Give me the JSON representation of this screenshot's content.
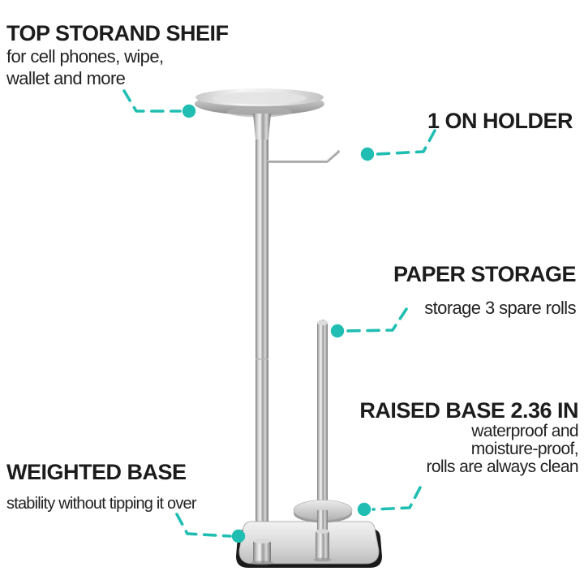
{
  "colors": {
    "accent_teal": "#20beb2",
    "text_dark": "#1c1c1c",
    "metal_light": "#f2f2f2",
    "metal_dark": "#7e7e7e",
    "base_rim_black": "#1a1a1a",
    "background": "#ffffff"
  },
  "annotations": {
    "top_shelf": {
      "title": "TOP STORAND SHEIF",
      "line1": "for cell phones, wipe,",
      "line2": "wallet and more"
    },
    "holder": {
      "title": "1 ON HOLDER"
    },
    "paper_storage": {
      "title": "PAPER STORAGE",
      "line1": "storage 3 spare rolls"
    },
    "raised_base": {
      "title": "RAISED BASE 2.36 IN",
      "line1": "waterproof and",
      "line2": "moisture-proof,",
      "line3": "rolls are always clean"
    },
    "weighted_base": {
      "title": "WEIGHTED BASE",
      "line1": "stability without tipping it over"
    }
  }
}
